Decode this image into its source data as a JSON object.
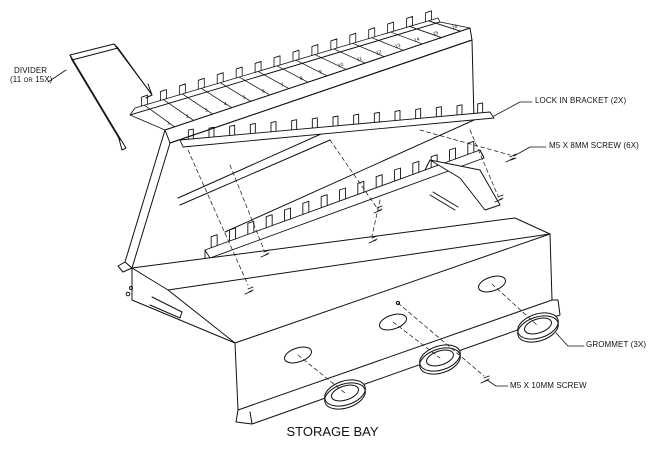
{
  "caption": "STORAGE BAY",
  "labels": {
    "divider_line1": "DIVIDER",
    "divider_line2_a": "(11",
    "divider_line2_or": "OR",
    "divider_line2_b": "15X)",
    "lock_bracket": "LOCK IN BRACKET (2X)",
    "screw_8mm": "M5 X 8MM SCREW (6X)",
    "grommet": "GROMMET (3X)",
    "screw_10mm": "M5 X 10MM SCREW"
  },
  "slot_numbers": [
    "1",
    "2",
    "3",
    "4",
    "5",
    "6",
    "7",
    "8",
    "9",
    "10",
    "11",
    "12",
    "13",
    "14",
    "15",
    "16"
  ],
  "colors": {
    "line": "#111111",
    "background": "#ffffff"
  }
}
